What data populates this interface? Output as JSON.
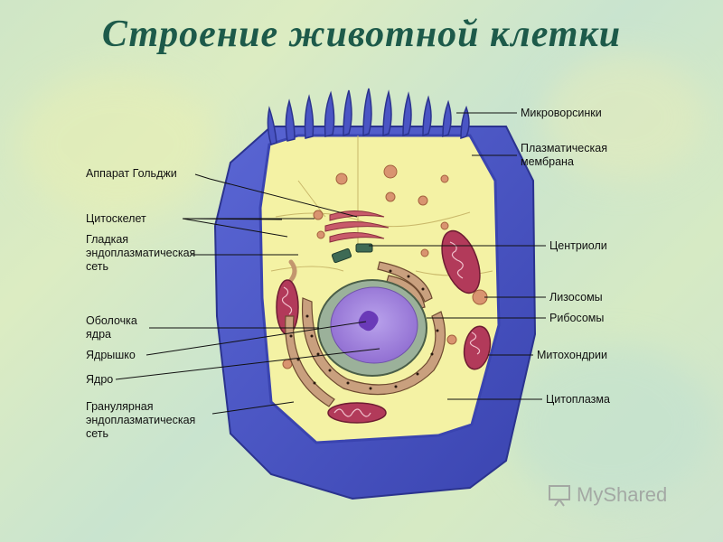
{
  "title": "Строение животной клетки",
  "labels": {
    "microvilli": "Микроворсинки",
    "plasma_membrane": "Плазматическая\nмембрана",
    "golgi": "Аппарат Гольджи",
    "cytoskeleton": "Цитоскелет",
    "smooth_er": "Гладкая\nэндоплазматическая\nсеть",
    "centrioles": "Центриоли",
    "lysosomes": "Лизосомы",
    "nuclear_envelope": "Оболочка\nядра",
    "ribosomes": "Рибосомы",
    "nucleolus": "Ядрышко",
    "mitochondria": "Митохондрии",
    "nucleus": "Ядро",
    "granular_er": "Гранулярная\nэндоплазматическая\nсеть",
    "cytoplasm": "Цитоплазма"
  },
  "watermark": "MyShared",
  "colors": {
    "membrane": "#4a55c4",
    "cytoplasm": "#f4f2a4",
    "nucleus": "#9a7ad6",
    "nucleolus": "#6a3ab8",
    "mitochondria": "#b23a5a",
    "organelle": "#d99470",
    "er": "#b89072"
  }
}
